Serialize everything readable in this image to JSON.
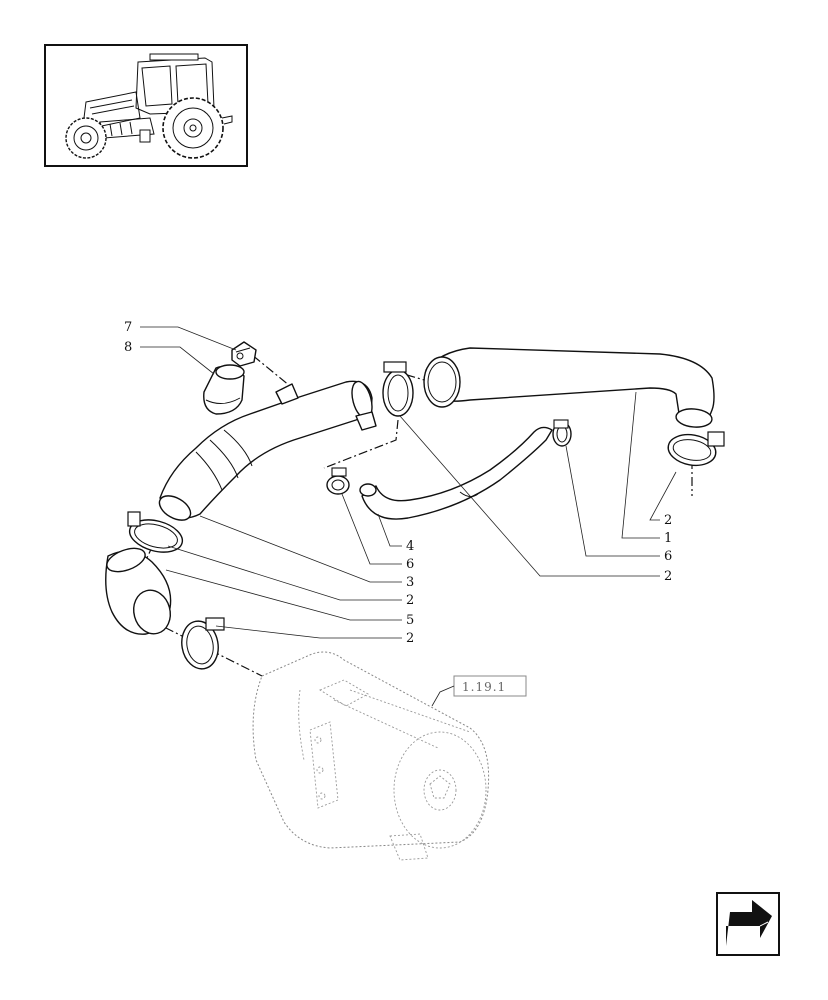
{
  "callouts": [
    {
      "id": "c7a",
      "text": "7"
    },
    {
      "id": "c8",
      "text": "8"
    },
    {
      "id": "c2a",
      "text": "2"
    },
    {
      "id": "c1",
      "text": "1"
    },
    {
      "id": "c6a",
      "text": "6"
    },
    {
      "id": "c2b",
      "text": "2"
    },
    {
      "id": "c4",
      "text": "4"
    },
    {
      "id": "c6b",
      "text": "6"
    },
    {
      "id": "c3",
      "text": "3"
    },
    {
      "id": "c2c",
      "text": "2"
    },
    {
      "id": "c5",
      "text": "5"
    },
    {
      "id": "c2d",
      "text": "2"
    }
  ],
  "reference_box": {
    "text": "1.19.1"
  },
  "icons": {
    "thumbnail": "tractor-icon",
    "navigation": "back-arrow-icon"
  }
}
